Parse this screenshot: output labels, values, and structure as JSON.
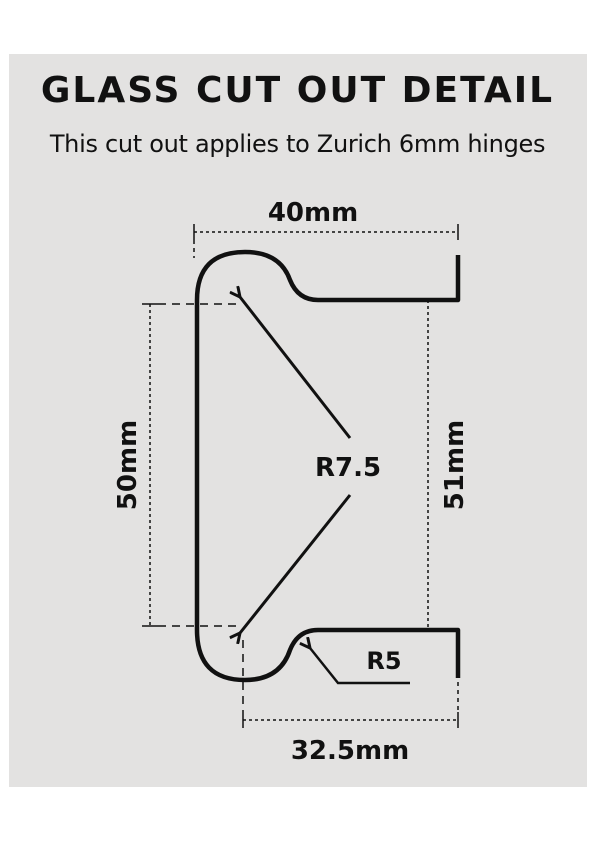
{
  "header": {
    "title": "GLASS CUT OUT DETAIL",
    "subtitle": "This cut out applies to Zurich 6mm hinges"
  },
  "dimensions": {
    "top_width": "40mm",
    "left_height": "50mm",
    "right_height": "51mm",
    "bottom_width": "32.5mm",
    "large_radius": "R7.5",
    "small_radius": "R5"
  },
  "colors": {
    "panel_background": "#e3e2e1",
    "line": "#111111"
  }
}
